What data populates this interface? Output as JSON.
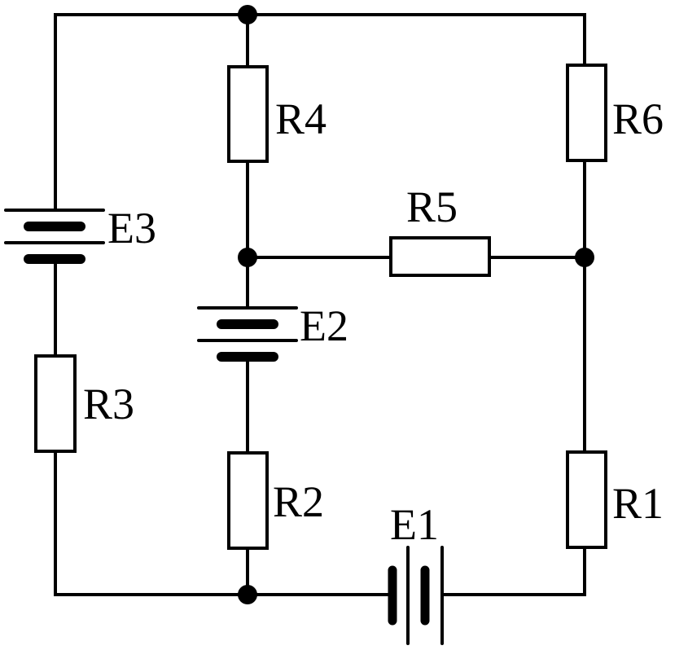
{
  "labels": {
    "R1": "R1",
    "R2": "R2",
    "R3": "R3",
    "R4": "R4",
    "R5": "R5",
    "R6": "R6",
    "E1": "E1",
    "E2": "E2",
    "E3": "E3"
  },
  "colors": {
    "line": "#000000",
    "background": "#ffffff"
  }
}
